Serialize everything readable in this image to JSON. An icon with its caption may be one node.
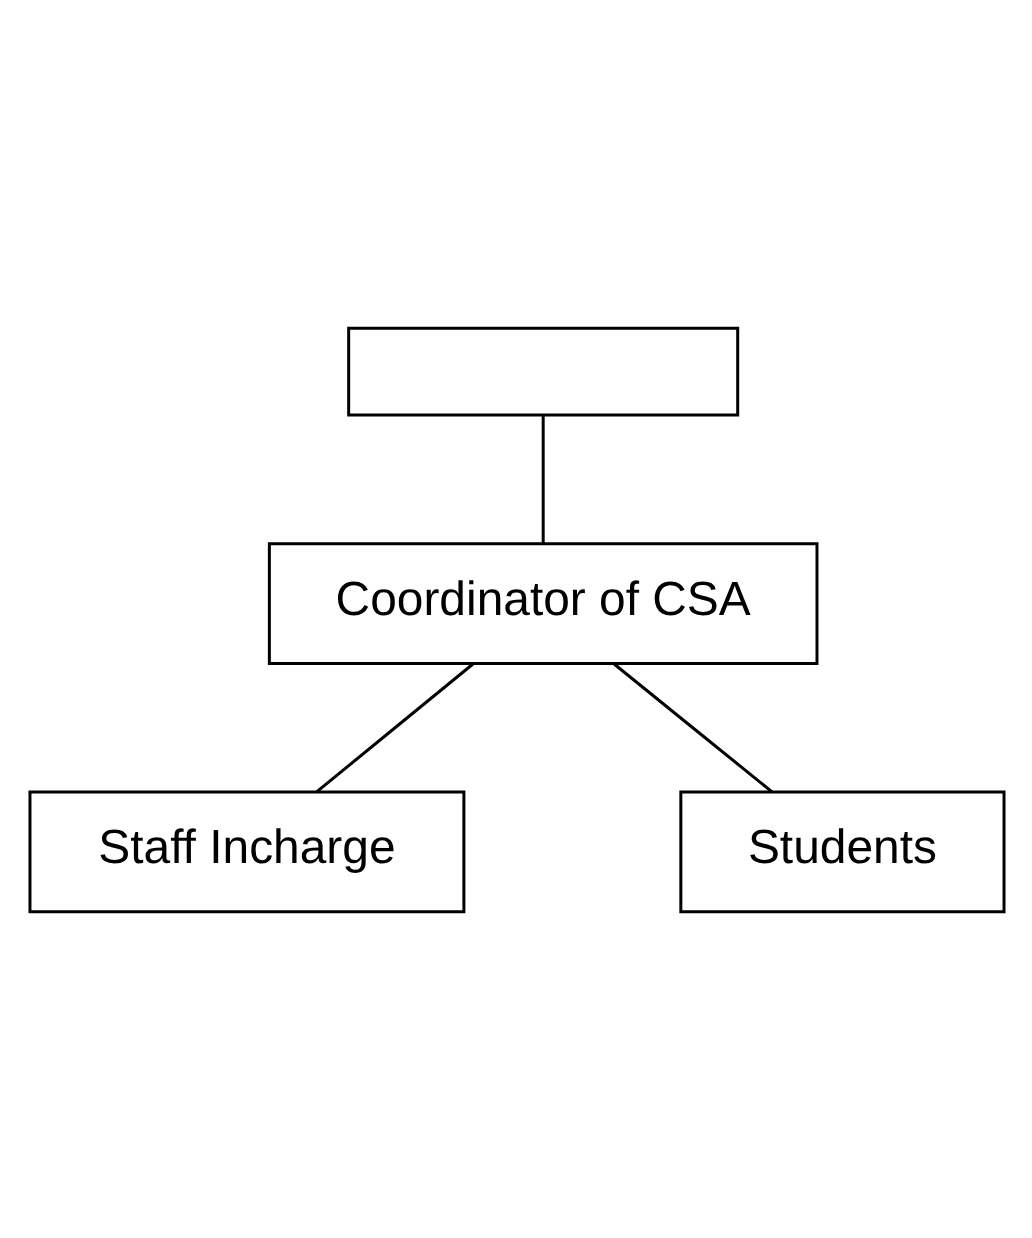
{
  "diagram": {
    "nodes": [
      {
        "text": [],
        "shape": "box"
      },
      {
        "text": [
          "Coordinator of CSA"
        ]
      },
      {
        "text": [
          "Staff Incharge"
        ]
      },
      {
        "text": [
          "Students"
        ]
      }
    ],
    "edges": [
      {
        "from": 0,
        "to": 1,
        "arrow": "none"
      },
      {
        "from": 1,
        "to": 2,
        "arrow": "none"
      },
      {
        "from": 1,
        "to": 3,
        "arrow": "none"
      }
    ]
  }
}
